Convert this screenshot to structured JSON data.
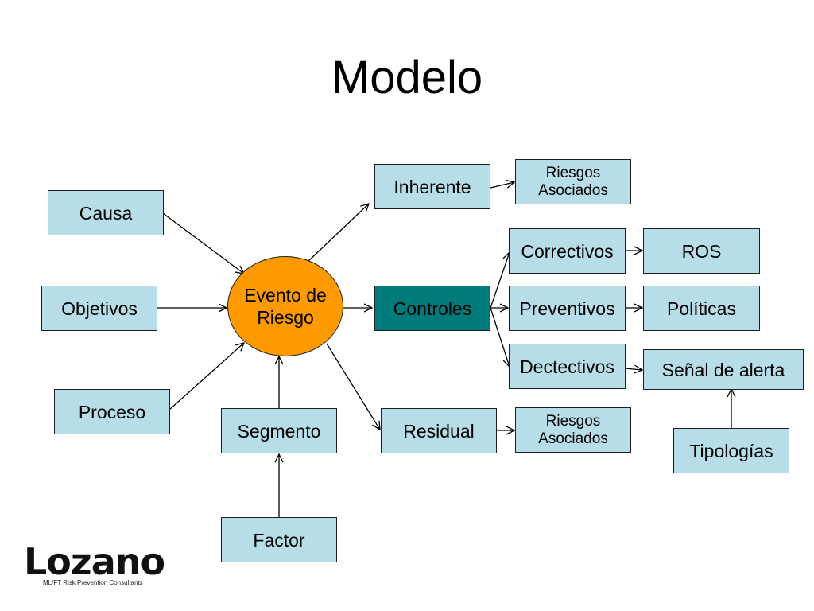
{
  "title": "Modelo",
  "nodes": {
    "causa": "Causa",
    "objetivos": "Objetivos",
    "proceso": "Proceso",
    "evento_line1": "Evento de",
    "evento_line2": "Riesgo",
    "segmento": "Segmento",
    "factor": "Factor",
    "inherente": "Inherente",
    "controles": "Controles",
    "residual": "Residual",
    "riesgos_asociados_top_line1": "Riesgos",
    "riesgos_asociados_top_line2": "Asociados",
    "riesgos_asociados_bottom_line1": "Riesgos",
    "riesgos_asociados_bottom_line2": "Asociados",
    "correctivos": "Correctivos",
    "preventivos": "Preventivos",
    "dectectivos": "Dectectivos",
    "ros": "ROS",
    "politicas": "Políticas",
    "senal_alerta": "Señal de alerta",
    "tipologias": "Tipologías"
  },
  "colors": {
    "box_fill": "#b7dde8",
    "controles_fill": "#007a7a",
    "evento_fill": "#ff9900",
    "border": "#1f1f1f"
  },
  "logo": {
    "word": "Lozano",
    "tagline": "ML/FT Risk Prevention Consultants"
  }
}
